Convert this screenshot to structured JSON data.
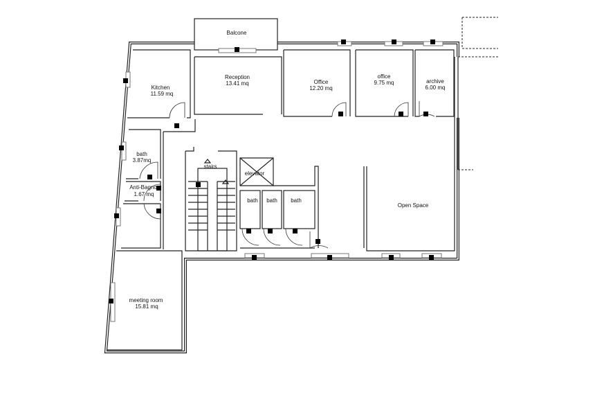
{
  "rooms": {
    "balcone": {
      "name": "Balcone"
    },
    "reception": {
      "name": "Reception",
      "area": "13.41 mq"
    },
    "office1": {
      "name": "Office",
      "area": "12.20 mq"
    },
    "office2": {
      "name": "office",
      "area": "9.75 mq"
    },
    "archive": {
      "name": "archive",
      "area": "6.00 mq"
    },
    "kitchen": {
      "name": "Kitchen",
      "area": "11.59 mq"
    },
    "bath_main": {
      "name": "bath",
      "area": "3.87mq"
    },
    "anti_bagno": {
      "name": "Anti-Bagno",
      "area": "1.67 mq"
    },
    "stairs": {
      "name": "stairs"
    },
    "elevator": {
      "name": "elevator"
    },
    "bath1": {
      "name": "bath"
    },
    "bath2": {
      "name": "bath"
    },
    "bath3": {
      "name": "bath"
    },
    "open_space": {
      "name": "Open Space"
    },
    "meeting_room": {
      "name": "meeting room",
      "area": "15.81 mq"
    }
  }
}
